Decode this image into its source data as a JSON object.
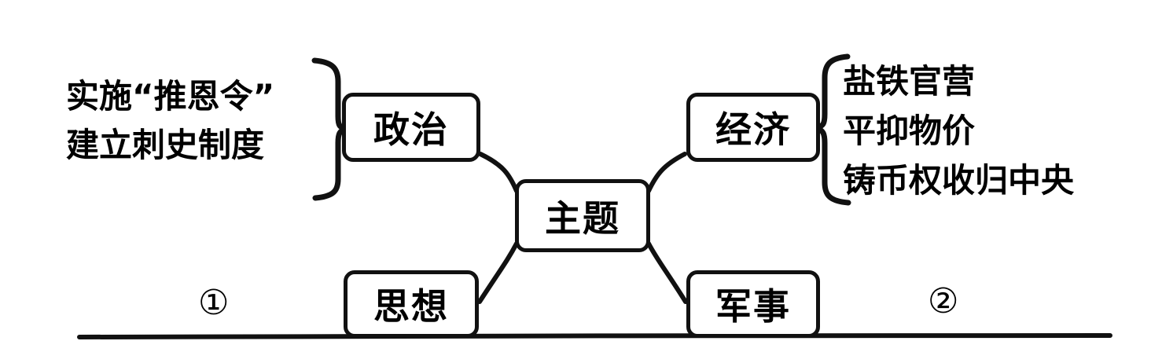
{
  "diagram": {
    "type": "mind-map",
    "title_node": "主题",
    "nodes": [
      {
        "id": "politics",
        "label": "政治",
        "position": "top-left"
      },
      {
        "id": "economy",
        "label": "经济",
        "position": "top-right"
      },
      {
        "id": "theme",
        "label": "主题",
        "position": "center"
      },
      {
        "id": "thought",
        "label": "思想",
        "position": "bottom-left"
      },
      {
        "id": "military",
        "label": "军事",
        "position": "bottom-right"
      }
    ],
    "left_brace_items": [
      "实施“推恩令”",
      "建立刺史制度"
    ],
    "right_brace_items": [
      "盐铁官营",
      "平抑物价",
      "铸币权收归中央"
    ],
    "blanks": [
      {
        "id": "blank-1",
        "marker": "①",
        "side": "left"
      },
      {
        "id": "blank-2",
        "marker": "②",
        "side": "right"
      }
    ],
    "colors": {
      "ink": "#111111",
      "background": "#ffffff"
    }
  }
}
